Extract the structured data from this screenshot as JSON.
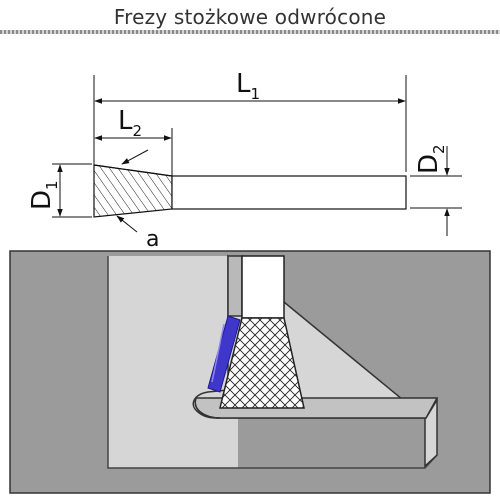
{
  "title": "Frezy stożkowe odwrócone",
  "labels": {
    "L1_main": "L",
    "L1_sub": "1",
    "L2_main": "L",
    "L2_sub": "2",
    "D1_main": "D",
    "D1_sub": "1",
    "D2_main": "D",
    "D2_sub": "2",
    "a": "a"
  },
  "colors": {
    "background": "#ffffff",
    "outer_block": "#9b9b9b",
    "inner_block": "#d6d6d6",
    "shank": "#ffffff",
    "cutter_highlight": "#3f37c9",
    "outline": "#222222"
  },
  "icons": {
    "cutter": "inverted-cone-burr"
  }
}
